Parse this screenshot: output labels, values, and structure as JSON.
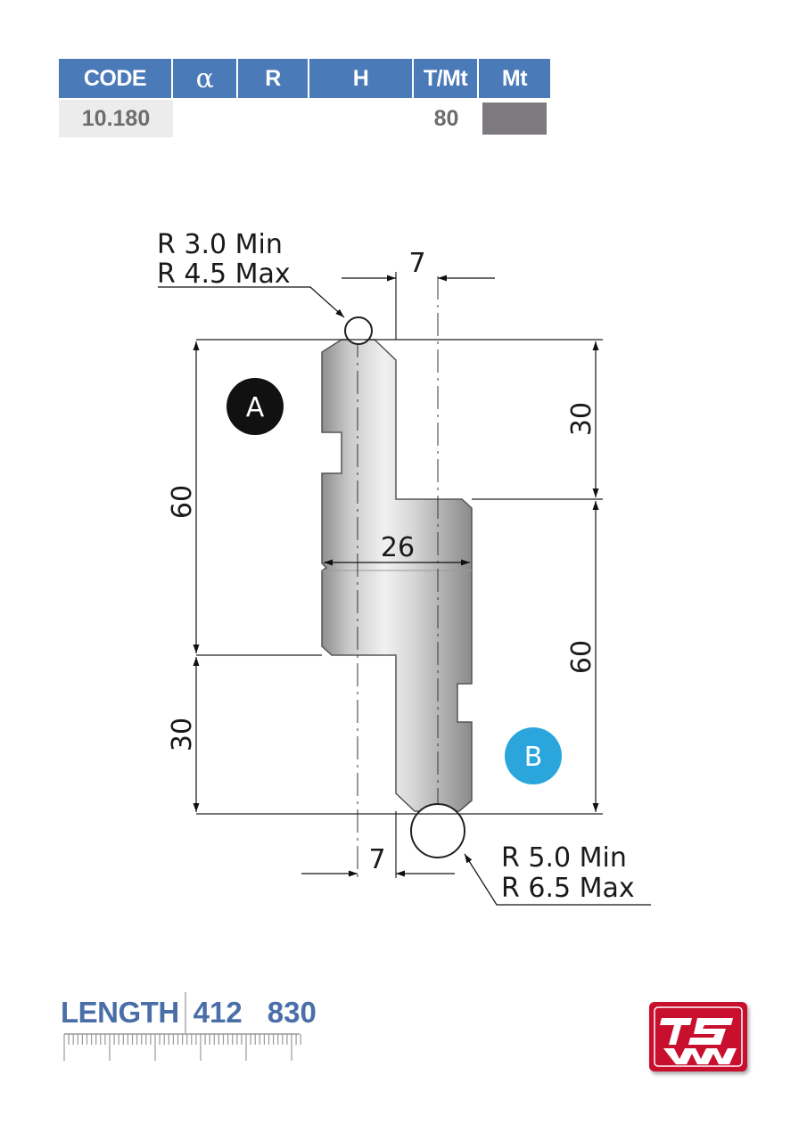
{
  "spec_table": {
    "headers": {
      "code": "CODE",
      "alpha": "α",
      "r": "R",
      "h": "H",
      "t_mt": "T/Mt",
      "mt": "Mt"
    },
    "values": {
      "code": "10.180",
      "alpha": "",
      "r": "",
      "h": "",
      "t_mt": "80"
    },
    "colors": {
      "header_bg": "#4a7ab8",
      "mt_swatch": "#7d7a7f"
    }
  },
  "drawing": {
    "top_radius": {
      "min": "R 3.0  Min",
      "max": "R 4.5  Max"
    },
    "bottom_radius": {
      "min": "R 5.0  Min",
      "max": "R 6.5  Max"
    },
    "dims": {
      "top_offset": "7",
      "bottom_offset": "7",
      "width": "26",
      "left_height": "60",
      "left_lower": "30",
      "right_upper": "30",
      "right_height": "60"
    },
    "side_a": {
      "label": "A",
      "color": "#111111"
    },
    "side_b": {
      "label": "B",
      "color": "#2aa6dc"
    }
  },
  "length": {
    "label": "LENGTH",
    "values": [
      "412",
      "830"
    ],
    "color": "#4a6ea8"
  },
  "logo": {
    "name": "tsw-logo",
    "color": "#c8102e"
  }
}
